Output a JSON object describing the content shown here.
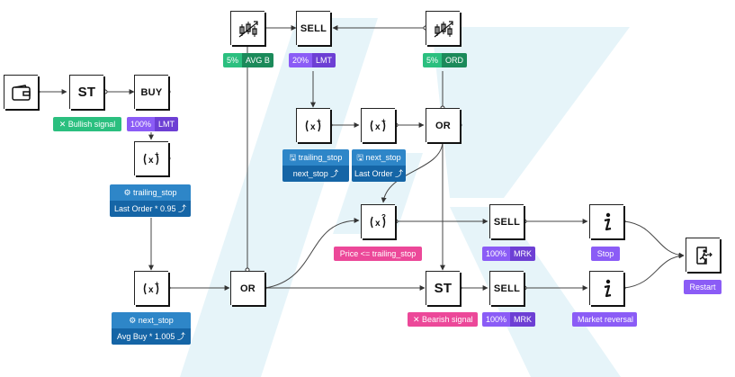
{
  "nodes": {
    "wallet": {
      "icon": "wallet-icon"
    },
    "st_entry": {
      "label": "ST"
    },
    "buy": {
      "label": "BUY"
    },
    "var_buy": {
      "icon": "variable-icon"
    },
    "var_mid": {
      "icon": "variable-icon"
    },
    "or_main": {
      "label": "OR"
    },
    "chart_left": {
      "icon": "candlestick-chart-icon"
    },
    "sell_top": {
      "label": "SELL"
    },
    "chart_right": {
      "icon": "candlestick-chart-icon"
    },
    "var_top1": {
      "icon": "variable-icon"
    },
    "var_top2": {
      "icon": "variable-icon"
    },
    "or_top": {
      "label": "OR"
    },
    "cond": {
      "icon": "condition-icon"
    },
    "sell_stop": {
      "label": "SELL"
    },
    "info_stop": {
      "icon": "info-icon"
    },
    "restart": {
      "icon": "exit-door-icon"
    },
    "st_bear": {
      "label": "ST"
    },
    "sell_rev": {
      "label": "SELL"
    },
    "info_rev": {
      "icon": "info-icon"
    }
  },
  "labels": {
    "bullish": "✕  Bullish signal",
    "buy_pct": "100%",
    "buy_type": "LMT",
    "avg_pct": "5%",
    "avg_text": "AVG B",
    "lmt_pct": "20%",
    "lmt_text": "LMT",
    "ord_pct": "5%",
    "ord_text": "ORD",
    "price_cond": "Price <= trailing_stop",
    "stop_pct": "100%",
    "stop_type": "MRK",
    "stop": "Stop",
    "restart": "Restart",
    "bearish": "✕  Bearish signal",
    "rev_pct": "100%",
    "rev_type": "MRK",
    "market_reversal": "Market reversal"
  },
  "variables": {
    "ts_left": {
      "name": "⚙  trailing_stop",
      "value": "Last Order * 0.95 ⤴"
    },
    "ns_left": {
      "name": "⚙  next_stop",
      "value": "Avg Buy * 1.005 ⤴"
    },
    "ts_top": {
      "name": "🖫  trailing_stop",
      "value": "next_stop ⤴"
    },
    "ns_top": {
      "name": "🖫  next_stop",
      "value": "Last Order ⤴"
    }
  },
  "colors": {
    "green": "#2bbf7f",
    "green_dark": "#1b8a5a",
    "purple": "#8b5cf6",
    "purple_dark": "#6d3fd4",
    "pink": "#ec4899",
    "blue": "#2e86c8",
    "blue_dark": "#1565a6",
    "watermark": "#e3f3f8"
  }
}
